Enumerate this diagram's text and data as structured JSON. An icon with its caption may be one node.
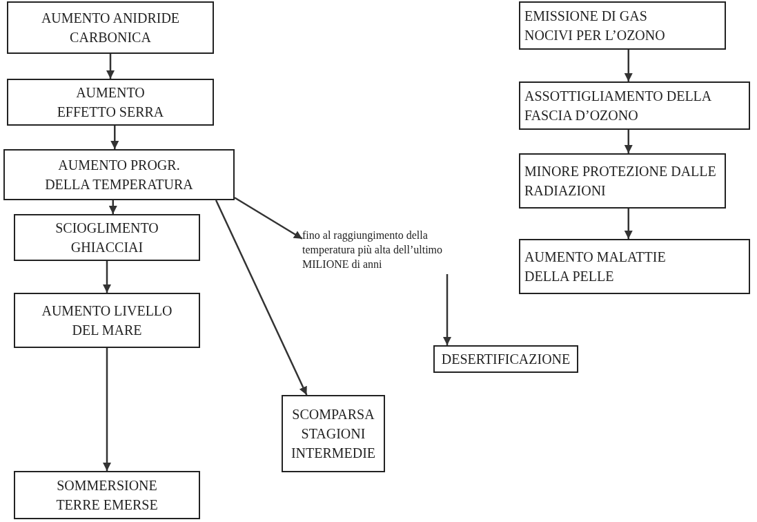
{
  "diagram": {
    "nodes": [
      {
        "text": [
          "AUMENTO ANIDRIDE CARBONICA"
        ]
      },
      {
        "text": [
          "AUMENTO EFFETTO SERRA"
        ]
      },
      {
        "text": [
          "AUMENTO PROGR. DELLA TEMPERATURA"
        ]
      },
      {
        "text": [
          "SCIOGLIMENTO GHIACCIAI"
        ]
      },
      {
        "text": [
          "AUMENTO LIVELLO DEL MARE"
        ]
      },
      {
        "text": [
          "SOMMERSIONE TERRE EMERSE"
        ]
      },
      {
        "text": [
          "SCOMPARSA STAGIONI INTERMEDIE"
        ]
      },
      {
        "text": [
          "fino al raggiungimento della temperatura più alta dell’ultimo MILIONE di anni"
        ]
      },
      {
        "text": [
          "DESERTIFICAZIONE"
        ]
      },
      {
        "text": [
          "EMISSIONE DI GAS NOCIVI PER L’OZONO"
        ]
      },
      {
        "text": [
          "ASSOTTIGLIAMENTO DELLA FASCIA D’OZONO"
        ]
      },
      {
        "text": [
          "MINORE PROTEZIONE DALLE RADIAZIONI"
        ]
      },
      {
        "text": [
          "AUMENTO MALATTIE DELLA PELLE"
        ]
      }
    ],
    "edges": [
      {
        "from": 0,
        "to": 1,
        "arrow": "to"
      },
      {
        "from": 1,
        "to": 2,
        "arrow": "to"
      },
      {
        "from": 2,
        "to": 3,
        "arrow": "to"
      },
      {
        "from": 3,
        "to": 4,
        "arrow": "to"
      },
      {
        "from": 4,
        "to": 5,
        "arrow": "to"
      },
      {
        "from": 2,
        "to": 7,
        "arrow": "to"
      },
      {
        "from": 7,
        "to": 8,
        "arrow": "to"
      },
      {
        "from": 2,
        "to": 6,
        "arrow": "to"
      },
      {
        "from": 9,
        "to": 10,
        "arrow": "to"
      },
      {
        "from": 10,
        "to": 11,
        "arrow": "to"
      },
      {
        "from": 11,
        "to": 12,
        "arrow": "to"
      }
    ]
  }
}
